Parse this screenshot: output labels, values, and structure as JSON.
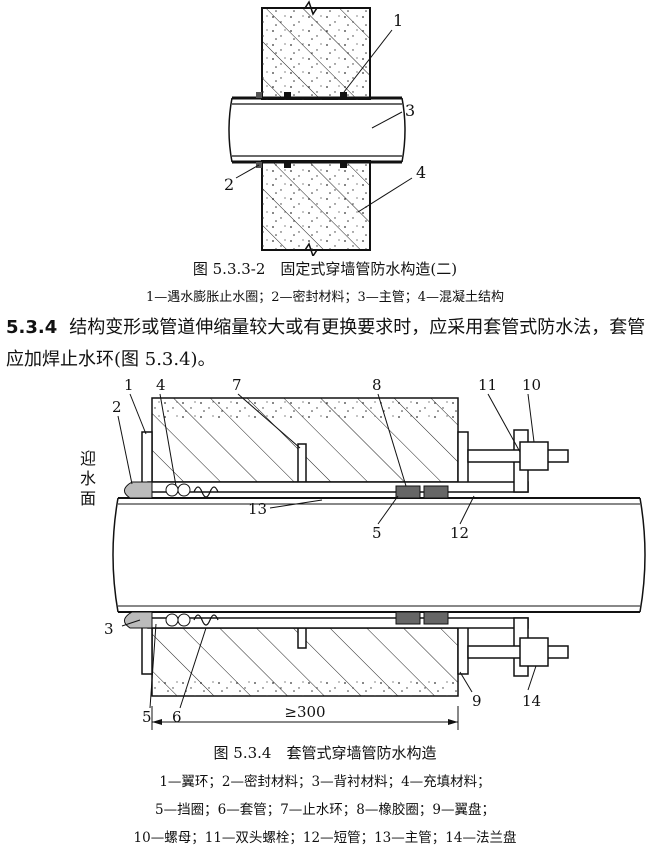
{
  "figure1": {
    "labels": [
      "1",
      "2",
      "3",
      "4"
    ],
    "caption": "图 5.3.3-2　固定式穿墙管防水构造(二)",
    "legend": "1—遇水膨胀止水圈；2—密封材料；3—主管；4—混凝土结构"
  },
  "section": {
    "number": "5.3.4",
    "text": "结构变形或管道伸缩量较大或有更换要求时，应采用套管式防水法，套管应加焊止水环(图 5.3.4)。"
  },
  "figure2": {
    "labels": {
      "l1": "1",
      "l2": "2",
      "l3": "3",
      "l4": "4",
      "l5a": "5",
      "l5b": "5",
      "l6": "6",
      "l7": "7",
      "l8": "8",
      "l9": "9",
      "l10": "10",
      "l11": "11",
      "l12": "12",
      "l13": "13",
      "l14": "14"
    },
    "side_label": [
      "迎",
      "水",
      "面"
    ],
    "dimension": "≥300",
    "caption": "图 5.3.4　套管式穿墙管防水构造",
    "legend": [
      "1—翼环；2—密封材料；3—背衬材料；4—充填材料；",
      "5—挡圈；6—套管；7—止水环；8—橡胶圈；9—翼盘；",
      "10—螺母；11—双头螺栓；12—短管；13—主管；14—法兰盘"
    ]
  }
}
